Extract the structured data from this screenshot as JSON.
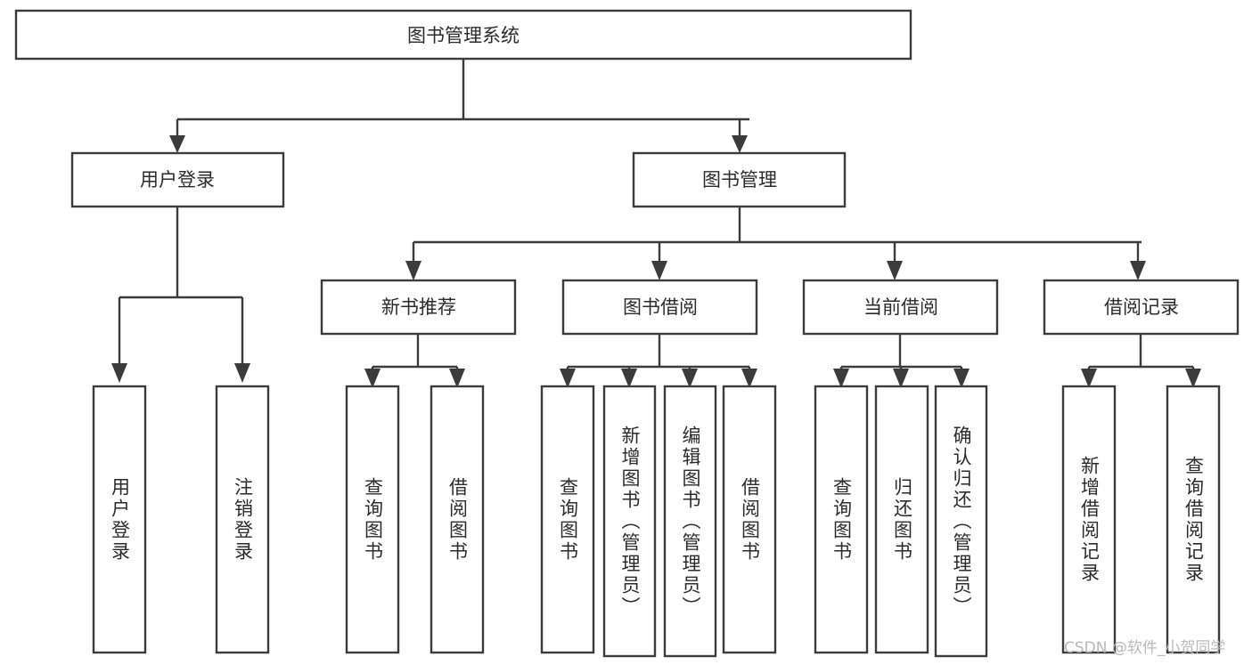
{
  "diagram": {
    "type": "tree-hierarchy-chart",
    "orientation": "top-down",
    "title_node": "图书管理系统",
    "levels": [
      {
        "level": 1,
        "nodes": [
          {
            "id": "root",
            "label": "图书管理系统",
            "text_direction": "horizontal"
          }
        ]
      },
      {
        "level": 2,
        "nodes": [
          {
            "id": "login",
            "label": "用户登录",
            "text_direction": "horizontal",
            "parent": "root"
          },
          {
            "id": "bookmgmt",
            "label": "图书管理",
            "text_direction": "horizontal",
            "parent": "root"
          }
        ]
      },
      {
        "level": 3,
        "nodes": [
          {
            "id": "newbook",
            "label": "新书推荐",
            "text_direction": "horizontal",
            "parent": "bookmgmt"
          },
          {
            "id": "borrow",
            "label": "图书借阅",
            "text_direction": "horizontal",
            "parent": "bookmgmt"
          },
          {
            "id": "current",
            "label": "当前借阅",
            "text_direction": "horizontal",
            "parent": "bookmgmt"
          },
          {
            "id": "records",
            "label": "借阅记录",
            "text_direction": "horizontal",
            "parent": "bookmgmt"
          }
        ]
      },
      {
        "level": 4,
        "nodes": [
          {
            "id": "leaf1",
            "label": "用户登录",
            "text_direction": "vertical",
            "parent": "login"
          },
          {
            "id": "leaf2",
            "label": "注销登录",
            "text_direction": "vertical",
            "parent": "login"
          },
          {
            "id": "leaf3",
            "label": "查询图书",
            "text_direction": "vertical",
            "parent": "newbook"
          },
          {
            "id": "leaf4",
            "label": "借阅图书",
            "text_direction": "vertical",
            "parent": "newbook"
          },
          {
            "id": "leaf5",
            "label": "查询图书",
            "text_direction": "vertical",
            "parent": "borrow"
          },
          {
            "id": "leaf6",
            "label": "新增图书（管理员）",
            "text_direction": "vertical",
            "parent": "borrow"
          },
          {
            "id": "leaf7",
            "label": "编辑图书（管理员）",
            "text_direction": "vertical",
            "parent": "borrow"
          },
          {
            "id": "leaf8",
            "label": "借阅图书",
            "text_direction": "vertical",
            "parent": "borrow"
          },
          {
            "id": "leaf9",
            "label": "查询图书",
            "text_direction": "vertical",
            "parent": "current"
          },
          {
            "id": "leaf10",
            "label": "归还图书",
            "text_direction": "vertical",
            "parent": "current"
          },
          {
            "id": "leaf11",
            "label": "确认归还（管理员）",
            "text_direction": "vertical",
            "parent": "current"
          },
          {
            "id": "leaf12",
            "label": "新增借阅记录",
            "text_direction": "vertical",
            "parent": "records"
          },
          {
            "id": "leaf13",
            "label": "查询借阅记录",
            "text_direction": "vertical",
            "parent": "records"
          }
        ]
      }
    ]
  },
  "colors": {
    "background": "#ffffff",
    "box_fill": "#ffffff",
    "box_stroke": "#3b3b3b",
    "text": "#2b2b2b",
    "watermark": "#b9b9b9"
  },
  "watermark": {
    "label": "CSDN @软件_小贺同学"
  }
}
